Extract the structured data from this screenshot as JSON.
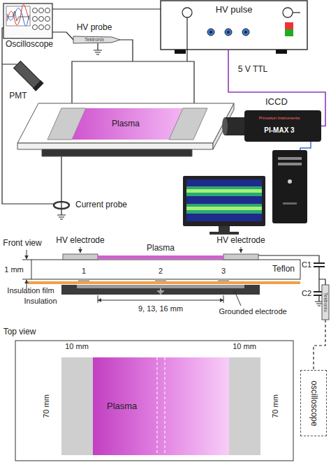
{
  "diagram": {
    "nodes": [
      {
        "text": [
          "Oscilloscope"
        ]
      },
      {
        "text": [
          "HV pulse"
        ]
      },
      {
        "text": [
          "ICCD"
        ]
      },
      {
        "text": [
          "Plasma"
        ]
      },
      {
        "text": [
          "Teflon"
        ]
      },
      {
        "text": [
          "Plasma"
        ]
      },
      {
        "text": [
          "oscilloscope"
        ]
      }
    ],
    "edges": [
      {
        "from": 0,
        "to": 1,
        "arrow": "none"
      },
      {
        "from": 1,
        "to": 2,
        "label": "5 V TTL",
        "arrow": "none"
      }
    ],
    "labels": [
      "HV probe",
      "Tektronix",
      "PMT",
      "Current probe",
      "Princeton Instruments",
      "PI-MAX 3",
      "Front view",
      "HV electrode",
      "HV electrode",
      "Plasma",
      "1 mm",
      "1",
      "2",
      "3",
      "C1",
      "C2",
      "Tektronix",
      "Insulation film",
      "Insulation",
      "9, 13, 16 mm",
      "Grounded electrode",
      "Top view",
      "10 mm",
      "10 mm",
      "70 mm",
      "70 mm"
    ]
  }
}
